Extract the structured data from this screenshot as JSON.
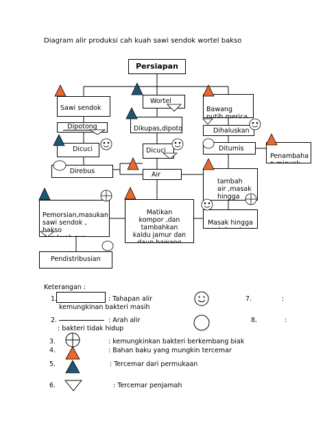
{
  "title": "Diagram alir produksi cah kuah sawi sendok wortel bakso",
  "nodes": {
    "persiapan": "Persiapan",
    "sawi": "Sawi sendok\n\nbakso",
    "dipotong": "Dipotong",
    "dicuci_left": "Dicuci",
    "direbus": "Direbus",
    "wortel": "Wortel",
    "dikupas": "Dikupas,dipoto\nng",
    "dicuci_mid": "Dicuci",
    "air": "Air",
    "bawang": "Bawang\nputih,merica",
    "dihaluskan": "Dihaluskan",
    "ditumis": "Ditumis",
    "penambahan": "Penambaha\nn minyak",
    "tambah_air": "tambah\nair ,masak\nhingga\nmendidih,masu",
    "matikan": "Matikan\nkompor ,dan\ntambahkan\nkaldu jamur dan\ndaun bawang\npotong",
    "pemorsian": "Pemorsian,masukan\nsawi sendok , bakso\ndan kuah sup wortel",
    "masak": "Masak hingga\nwortel matang",
    "pendistribusian": "Pendistribusian"
  },
  "legend": {
    "heading": "Keterangan :",
    "n1": "1.",
    "t1": ": Tahapan alir",
    "t1b": "kemungkinan bakteri masih",
    "n7": "7.",
    "c7": ":",
    "n2": "2.",
    "t2": ": Arah alir",
    "t2b": ": bakteri tidak hidup",
    "n8": "8.",
    "c8": ":",
    "n3": "3.",
    "t3": ": kemungkinkan bakteri berkembang biak",
    "n4": "4.",
    "t4": ": Bahan baku yang mungkin tercemar",
    "n5": "5.",
    "t5": ": Tercemar dari permukaan",
    "n6": "6.",
    "t6": ": Tercemar penjamah"
  },
  "colors": {
    "orange": "#e8692f",
    "teal": "#1f5673",
    "line": "#000000"
  }
}
